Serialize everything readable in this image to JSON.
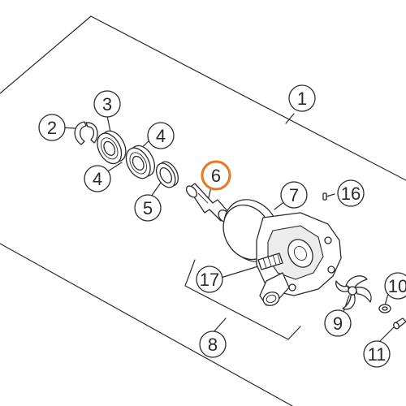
{
  "diagram": {
    "highlight_color": "#e87722",
    "line_color": "#2a2a2a",
    "callouts": [
      {
        "id": "c1",
        "label": "1"
      },
      {
        "id": "c2",
        "label": "2"
      },
      {
        "id": "c3",
        "label": "3"
      },
      {
        "id": "c4a",
        "label": "4"
      },
      {
        "id": "c4b",
        "label": "4"
      },
      {
        "id": "c5",
        "label": "5"
      },
      {
        "id": "c6",
        "label": "6",
        "highlighted": true
      },
      {
        "id": "c7",
        "label": "7"
      },
      {
        "id": "c8",
        "label": "8"
      },
      {
        "id": "c9",
        "label": "9"
      },
      {
        "id": "c10",
        "label": "10"
      },
      {
        "id": "c11",
        "label": "11"
      },
      {
        "id": "c16",
        "label": "16"
      },
      {
        "id": "c17",
        "label": "17"
      }
    ]
  }
}
